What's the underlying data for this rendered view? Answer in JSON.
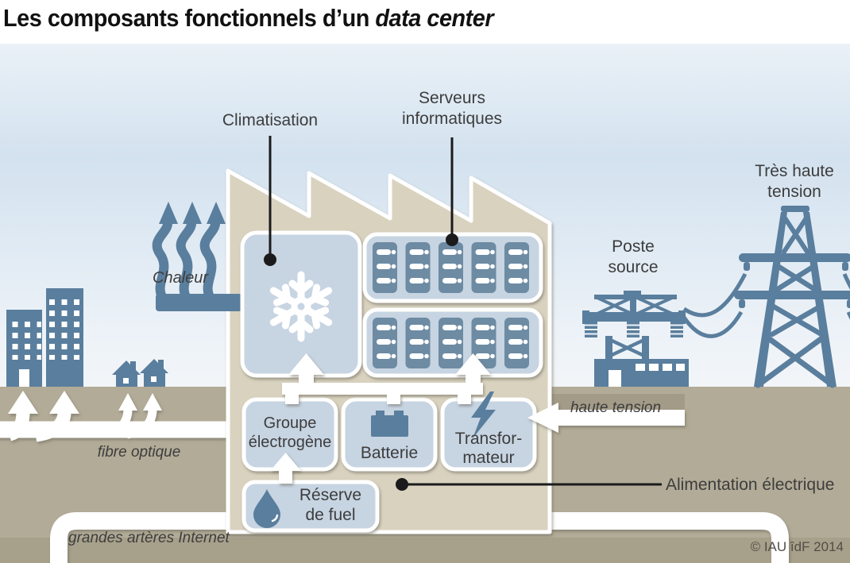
{
  "title": {
    "text_regular": "Les composants fonctionnels d’un ",
    "text_italic": "data center"
  },
  "labels": {
    "climatisation": "Climatisation",
    "serveurs_informatiques": "Serveurs\ninformatiques",
    "chaleur": "Chaleur",
    "poste_source": "Poste\nsource",
    "tres_haute_tension": "Très haute\ntension",
    "haute_tension": "haute tension",
    "fibre_optique": "fibre optique",
    "grandes_arteres_internet": "grandes artères Internet",
    "alimentation_electrique": "Alimentation électrique",
    "copyright": "© IAU îdF 2014"
  },
  "components": {
    "groupe_electrogene": "Groupe\nélectrogène",
    "batterie": "Batterie",
    "transformateur": "Transfor-\nmateur",
    "reserve_de_fuel": "Réserve\nde fuel"
  },
  "icons": {
    "snowflake_icon": "air-conditioning snowflake",
    "server_rack_icon": "server cabinet with three bays",
    "battery_icon": "battery block with two terminals",
    "lightning_icon": "lightning bolt",
    "fuel_drop_icon": "fuel droplet",
    "heat_arrows_icon": "three wavy rising arrows",
    "substation_icon": "gantry with insulators on a building",
    "pylon_icon": "high-voltage lattice tower",
    "city_icon": "office towers and houses",
    "pipe_icon": "underground white duct"
  },
  "colors": {
    "steel": "#5a7e9d",
    "rack_blue": "#6d8ba3",
    "beige": "#d9d2bf",
    "box_blue": "#c7d4e2",
    "ground": "#b2ab97",
    "ground_dark": "#a7a08b",
    "sky_top": "#eaf1f7",
    "sky_mid": "#d3e2ef",
    "sky_low": "#eef3f8",
    "sky_bot": "#f2f5f8",
    "text_dark": "#3d3d3d",
    "leader": "#1b1b1b"
  }
}
